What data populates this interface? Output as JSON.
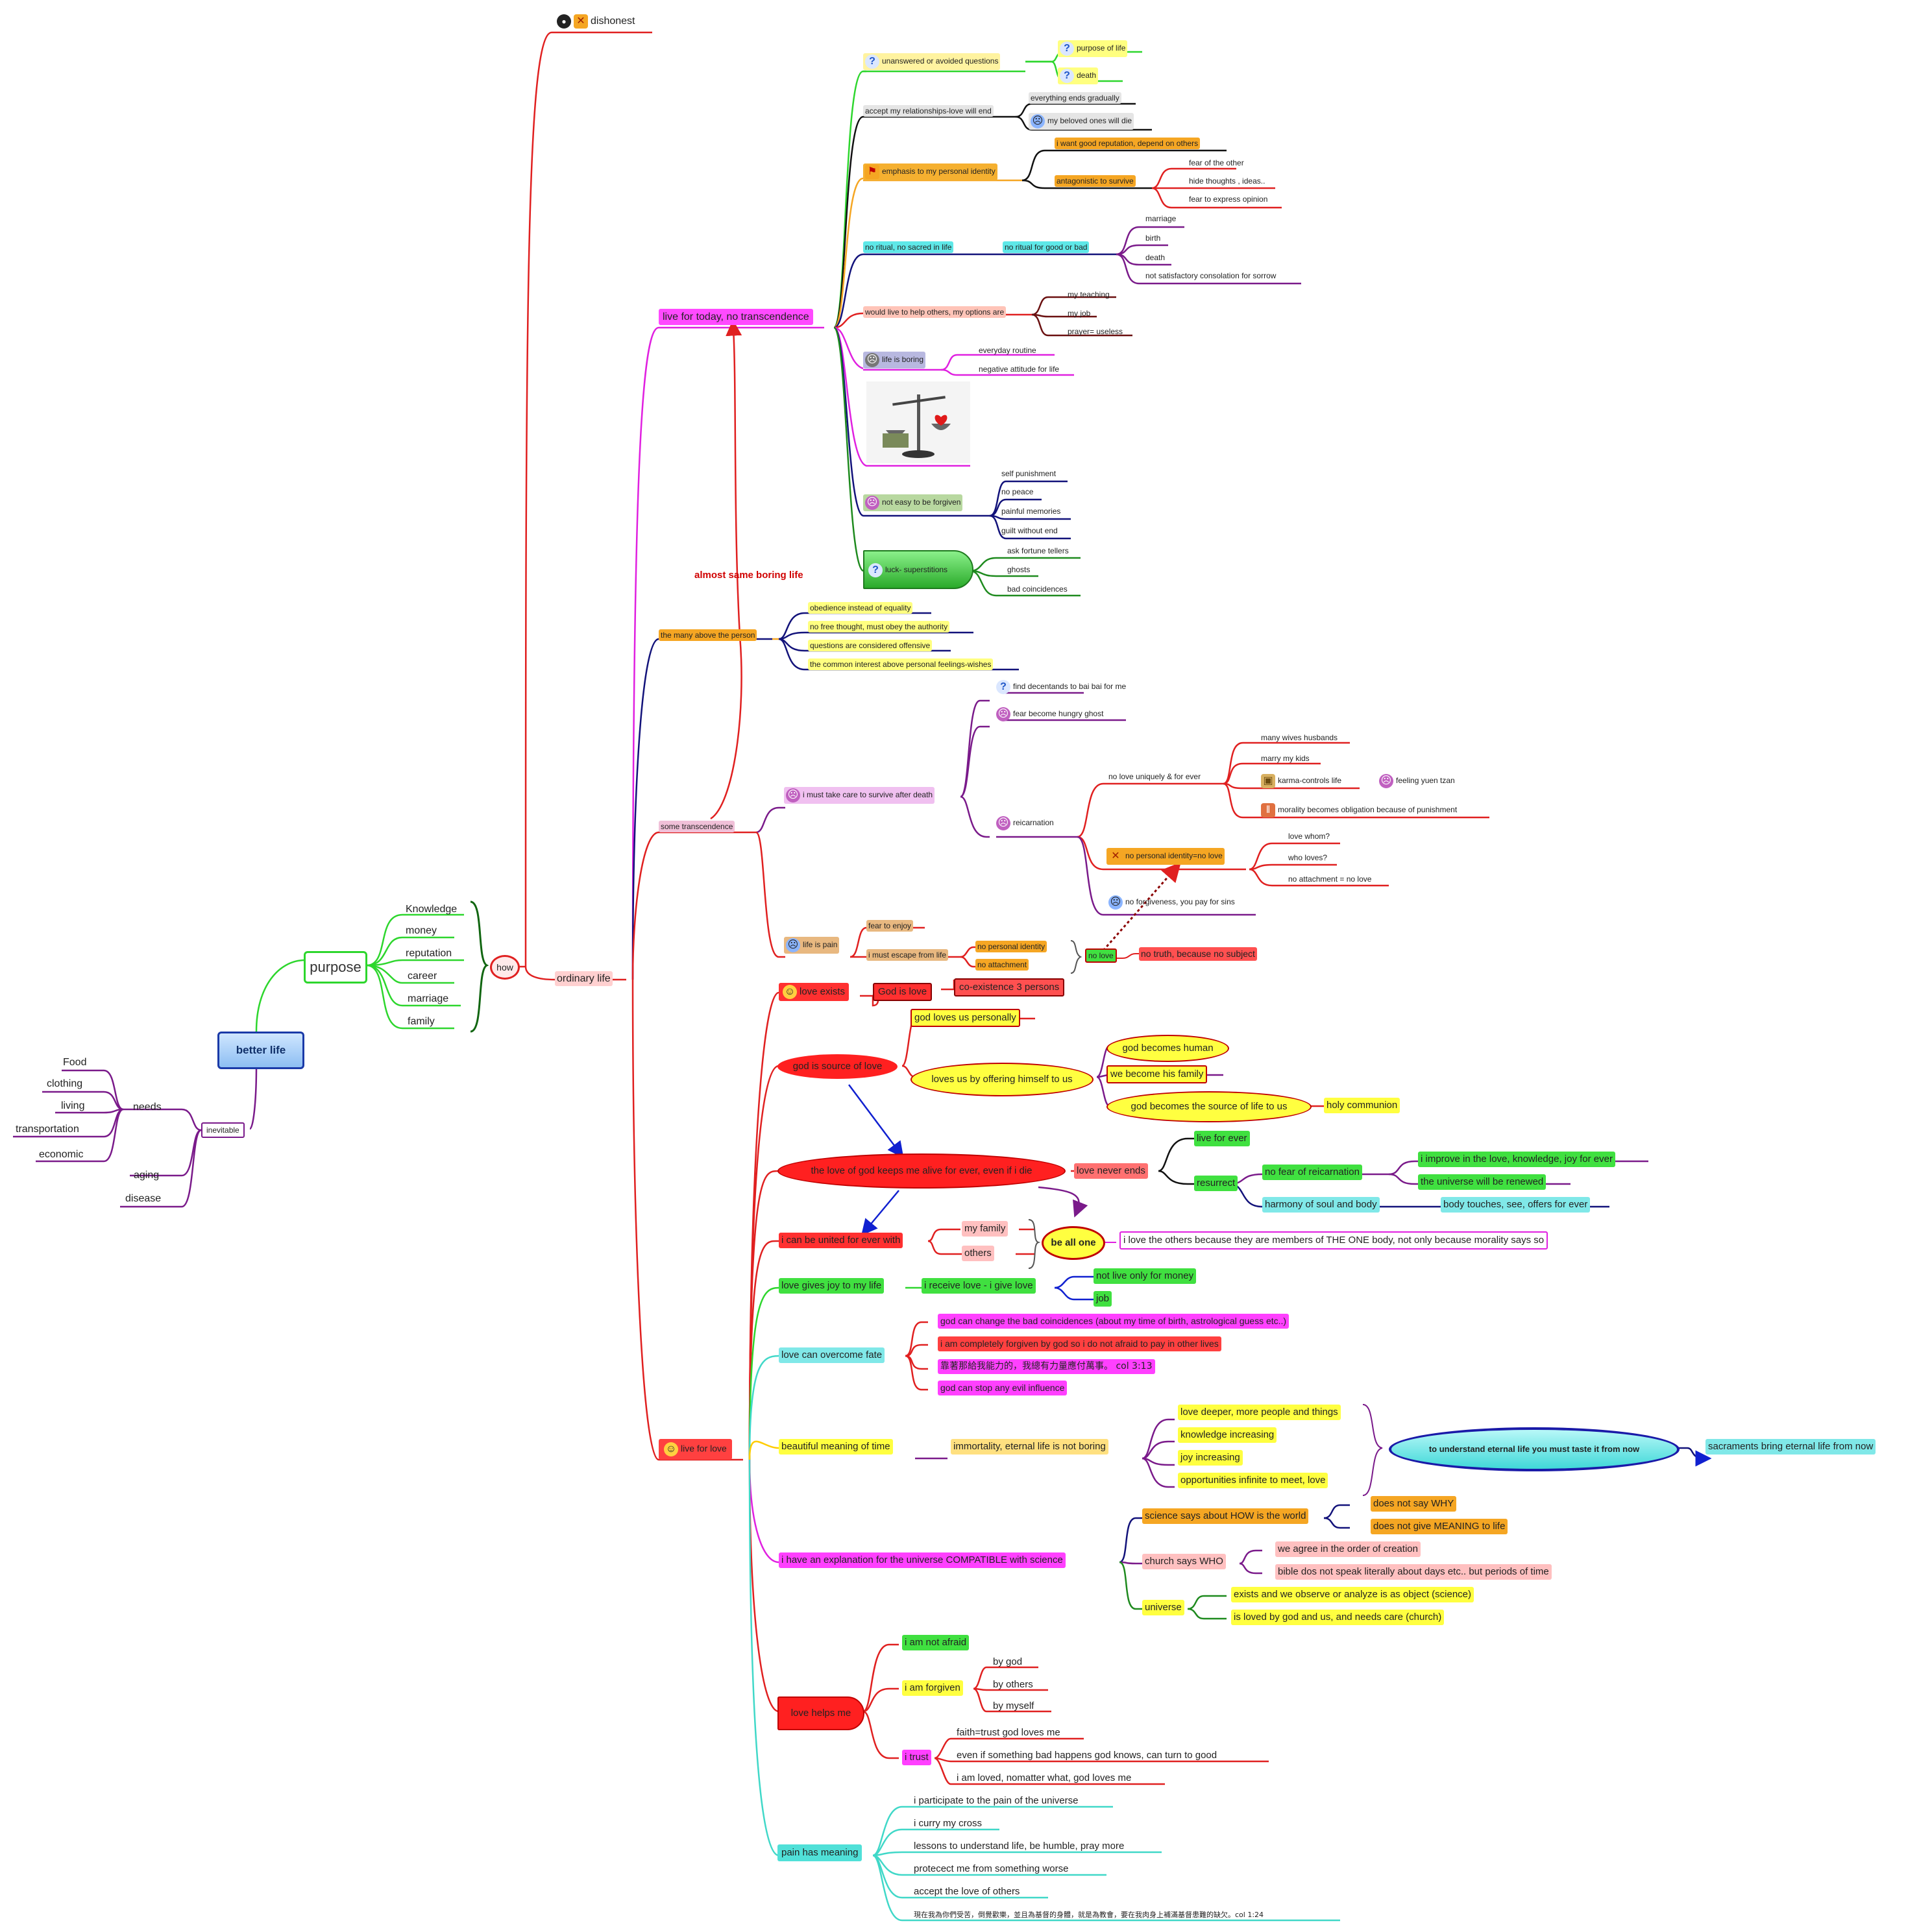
{
  "colors": {
    "root": "#9ec8f5",
    "red": "#e02020",
    "green": "#2dd62d",
    "purple": "#7a1a8a",
    "magenta": "#e020e0",
    "navy": "#12127a",
    "teal": "#40d8c8",
    "orange": "#f5a623",
    "yellow": "#ffff40",
    "black": "#111111"
  },
  "root": {
    "label": "better life"
  },
  "purpose": {
    "label": "purpose",
    "items": [
      "Knowledge",
      "money",
      "reputation",
      "career",
      "marriage",
      "family"
    ]
  },
  "how": {
    "label": "how"
  },
  "inevitable": {
    "label": "inevitable"
  },
  "needs": {
    "label": "needs",
    "items": [
      "Food",
      "clothing",
      "living",
      "transportation",
      "economic"
    ]
  },
  "aging": "aging",
  "disease": "disease",
  "dishonest": "dishonest",
  "ordinary_life": "ordinary life",
  "almost_same_boring": "almost same boring life",
  "live_for_today": {
    "label": "live for today, no transcendence",
    "unanswered": "unanswered or avoided questions",
    "purpose_of_life": "purpose of life",
    "death": "death",
    "accept_rel": "accept my relationships-love  will end",
    "everything_ends": "everything ends gradually",
    "beloved_die": "my beloved ones will die",
    "emphasis": "emphasis to my personal identity",
    "good_reputation": "i  want  good reputation, depend on others",
    "antagonistic": "antagonistic to survive",
    "fear_other": "fear of the other",
    "hide_thoughts": "hide thoughts , ideas..",
    "fear_express": "fear to express opinion",
    "no_ritual": "no ritual, no sacred in life",
    "no_ritual_good": "no ritual for good or bad",
    "marriage": "marriage",
    "birth": "birth",
    "death2": "death",
    "not_satisfactory": "not satisfactory  consolation for sorrow",
    "would_live": "would live  to help others, my options are",
    "my_teaching": "my teaching",
    "my_job": "my job",
    "prayer": "prayer= useless",
    "life_boring": "life is boring",
    "everyday": "everyday routine",
    "negative": "negative attitude for life",
    "not_easy": "not easy  to be forgiven",
    "self_punish": "self punishment",
    "no_peace": "no peace",
    "painful": "painful memories",
    "guilt": "guilt without end",
    "luck": "luck- superstitions",
    "fortune": "ask fortune tellers",
    "ghosts": "ghosts",
    "coincidences": "bad coincidences"
  },
  "many_above": {
    "label": "the many above the person",
    "items": [
      "obedience instead of equality",
      "no free thought, must obey the authority",
      "questions are considered offensive",
      "the common interest above personal feelings-wishes"
    ]
  },
  "some_trans": {
    "label": "some transcendence",
    "care": "i must take care to survive after death",
    "find_desc": "find decentands to bai bai for me",
    "hungry_ghost": "fear become hungry ghost",
    "reincarnation": "reicarnation",
    "no_love_unique": "no love  uniquely & for ever",
    "many_wives": "many wives husbands",
    "marry_kids": "marry my kids",
    "karma": "karma-controls life",
    "yuen_tzan": "feeling yuen tzan",
    "morality": "morality becomes obligation because of  punishment",
    "no_identity": "no personal identity=no love",
    "love_whom": "love whom?",
    "who_loves": "who loves?",
    "no_attach": "no attachment = no love",
    "no_forgive": "no forgiveness, you pay for sins",
    "life_pain": "life is pain",
    "fear_enjoy": "fear  to enjoy",
    "escape": "i must escape from life",
    "no_personal_identity": "no personal identity",
    "no_attachment": "no attachment",
    "no_love": "no love",
    "no_truth": "no truth, because no subject"
  },
  "live_for_love": {
    "label": "live  for love",
    "love_exists": "love exists",
    "god_is_love": "God is love",
    "coexistence": "co-existence 3 persons",
    "source": "god is source of love",
    "personally": "god loves us personally",
    "offering": "loves us by offering himself to us",
    "becomes_human": "god becomes human",
    "family": "we become his family",
    "source_life": "god becomes the source of life to us",
    "communion": "holy communion",
    "keeps_alive": "the love of god keeps me alive for ever, even if i die",
    "never_ends": "love never ends",
    "live_ever": "live for ever",
    "resurrect": "resurrect",
    "no_fear_reinc": "no fear of reicarnation",
    "improve": "i improve in the love, knowledge, joy   for ever",
    "renewed": "the universe will be renewed",
    "harmony": "harmony of soul and body",
    "body_touches": "body touches, see, offers for ever",
    "united": "i can be united for ever with",
    "my_family": "my family",
    "others": "others",
    "be_all_one": "be all one",
    "love_others": "i love the others because they are members of THE ONE body, not only because morality says so",
    "joy": "love gives joy to  my life",
    "receive": "i receive love - i give love",
    "not_money": "not live only for money",
    "job": "job",
    "overcome": "love can overcome fate",
    "change_coinc": "god can change the bad coincidences (about my time of birth, astrological guess etc..)",
    "forgiven_god": "i am completely forgiven by god so i do not afraid to pay in other lives",
    "chinese": "靠著那給我能力的，我總有力量應付萬事。 col 3:13",
    "stop_evil": "god can stop any evil influence",
    "beautiful": "beautiful meaning of time",
    "immortality": "immortality, eternal life is not boring",
    "love_deeper": "love deeper, more people and things",
    "knowledge_inc": "knowledge increasing",
    "joy_inc": "joy increasing",
    "opportunities": "opportunities infinite to meet, love",
    "understand": "to understand eternal life you must  taste it from now",
    "sacraments": "sacraments bring eternal life from now",
    "explanation": "i have an explanation for the universe COMPATIBLE with science",
    "science_how": "science says about HOW is the world",
    "not_why": "does not say WHY",
    "not_meaning": "does not give MEANING to life",
    "church_who": "church says WHO",
    "agree_order": "we agree in the order of creation",
    "bible": "bible dos not speak literally about days etc.. but periods of time",
    "universe": "universe",
    "exists": "exists and we observe or analyze is as object (science)",
    "loved_by_god": "is loved by god and us, and needs care (church)",
    "helps": "love helps me",
    "not_afraid": "i am not afraid",
    "forgiven": "i am forgiven",
    "by_god": "by god",
    "by_others": "by others",
    "by_myself": "by myself",
    "trust": "i trust",
    "faith": "faith=trust god loves me",
    "even_bad": "even if something bad happens god knows, can turn to good",
    "loved_no_matter": "i am loved, nomatter what, god loves me",
    "pain_meaning": "pain has meaning",
    "participate": "i participate to the pain of the universe",
    "curry_cross": "i curry my cross",
    "lessons": "lessons to understand life, be humble, pray more",
    "protect": "protecect me from something worse",
    "accept_love": "accept the love of others",
    "col_1_24": "現在我為你們受苦，倒覺歡樂，並且為基督的身體，就是為教會，要在我肉身上補滿基督患難的缺欠。col 1:24"
  }
}
